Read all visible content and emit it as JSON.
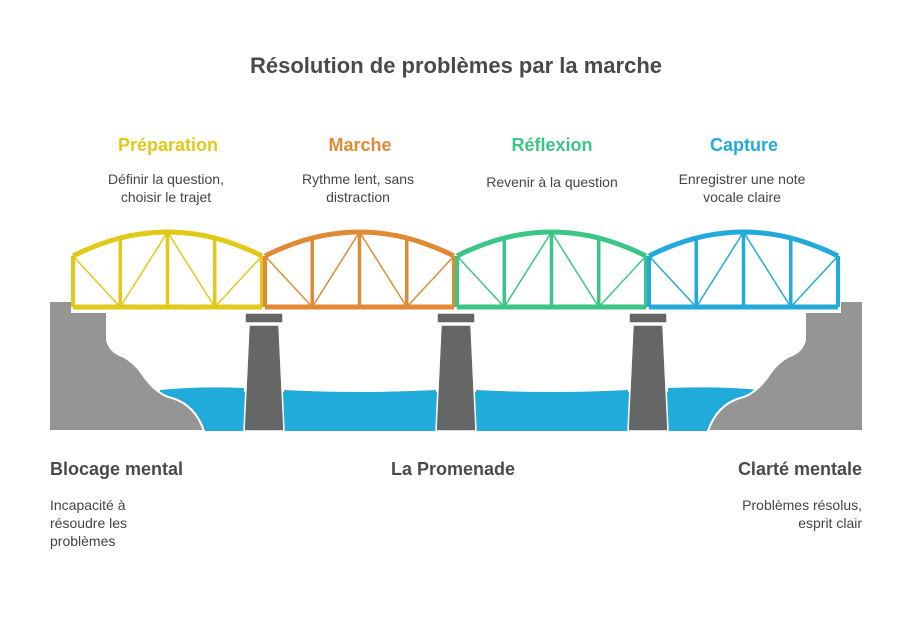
{
  "title": "Résolution de problèmes par la marche",
  "stages": [
    {
      "title": "Préparation",
      "description": [
        "Définir la question,",
        "choisir le trajet"
      ],
      "color": "#E0C917"
    },
    {
      "title": "Marche",
      "description": [
        "Rythme lent, sans",
        "distraction"
      ],
      "color": "#E08A35"
    },
    {
      "title": "Réflexion",
      "description": [
        "Revenir à la question"
      ],
      "color": "#3DC585"
    },
    {
      "title": "Capture",
      "description": [
        "Enregistrer une note",
        "vocale claire"
      ],
      "color": "#22AADA"
    }
  ],
  "start": {
    "title": "Blocage mental",
    "description": [
      "Incapacité à",
      "résoudre les",
      "problèmes"
    ]
  },
  "middle": {
    "title": "La Promenade"
  },
  "end": {
    "title": "Clarté mentale",
    "description": [
      "Problèmes résolus,",
      "esprit clair"
    ]
  },
  "colors": {
    "cliff": "#959595",
    "pillar": "#666666",
    "water": "#20ABDA",
    "text": "#4a4a4a"
  }
}
